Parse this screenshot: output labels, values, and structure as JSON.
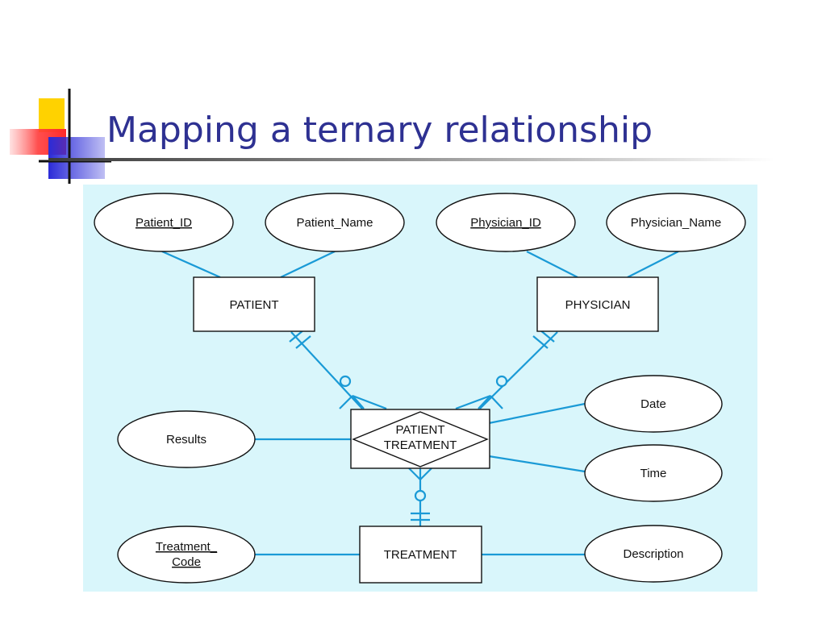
{
  "slide": {
    "title": "Mapping a ternary relationship"
  },
  "diagram": {
    "entities": {
      "patient": "PATIENT",
      "physician": "PHYSICIAN",
      "treatment": "TREATMENT",
      "associative_line1": "PATIENT",
      "associative_line2": "TREATMENT"
    },
    "attributes": {
      "patient_id": "Patient_ID",
      "patient_name": "Patient_Name",
      "physician_id": "Physician_ID",
      "physician_name": "Physician_Name",
      "results": "Results",
      "date": "Date",
      "time": "Time",
      "treatment_code_line1": "Treatment_",
      "treatment_code_line2": "Code",
      "description": "Description"
    }
  },
  "colors": {
    "title": "#2e3192",
    "panel_background": "#d9f6fb",
    "connector": "#1a9ad6",
    "accent_yellow": "#ffd200",
    "accent_blue": "#2b2bd8",
    "accent_red": "#ff3b3b"
  }
}
